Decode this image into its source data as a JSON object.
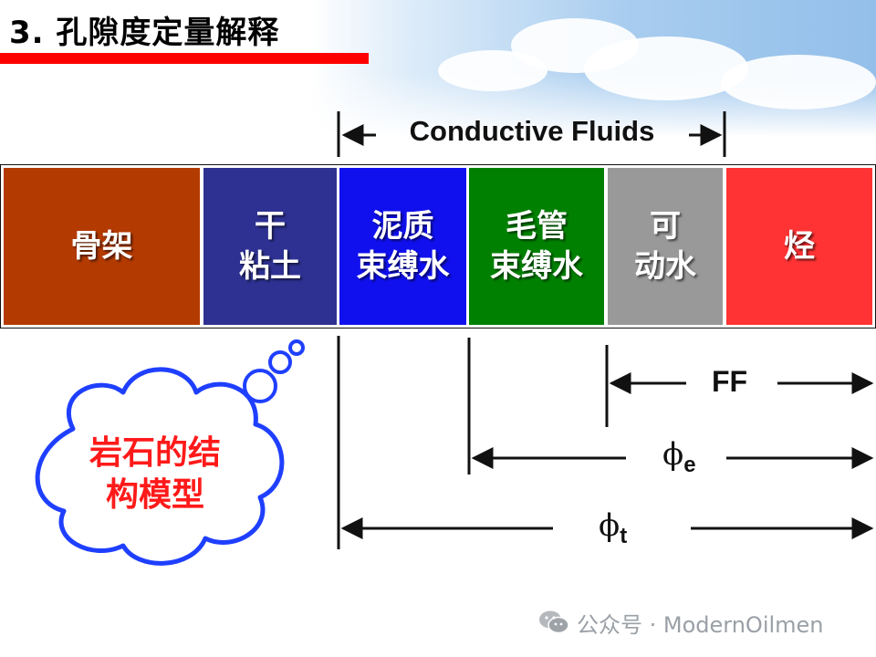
{
  "title": "3. 孔隙度定量解释",
  "header_annotation": "Conductive Fluids",
  "segments": [
    {
      "id": "matrix",
      "label": "骨架",
      "color": "#b33a00"
    },
    {
      "id": "dry-clay",
      "label": "干\n粘土",
      "color": "#2e3192"
    },
    {
      "id": "clay-bound-water",
      "label": "泥质\n束缚水",
      "color": "#1010ee"
    },
    {
      "id": "capillary-bound-water",
      "label": "毛管\n束缚水",
      "color": "#008000"
    },
    {
      "id": "movable-water",
      "label": "可\n动水",
      "color": "#999999"
    },
    {
      "id": "hydrocarbon",
      "label": "烃",
      "color": "#ff3333"
    }
  ],
  "annotations": {
    "ff_label": "FF",
    "phi_e_symbol": "ϕ",
    "phi_e_subscript": "e",
    "phi_t_symbol": "ϕ",
    "phi_t_subscript": "t"
  },
  "thought_bubble": {
    "text": "岩石的结\n构模型",
    "text_color": "#ff1a1a",
    "outline_color": "#1f3fff"
  },
  "watermark": {
    "text": "公众号 · ModernOilmen",
    "icon": "wechat-icon"
  }
}
